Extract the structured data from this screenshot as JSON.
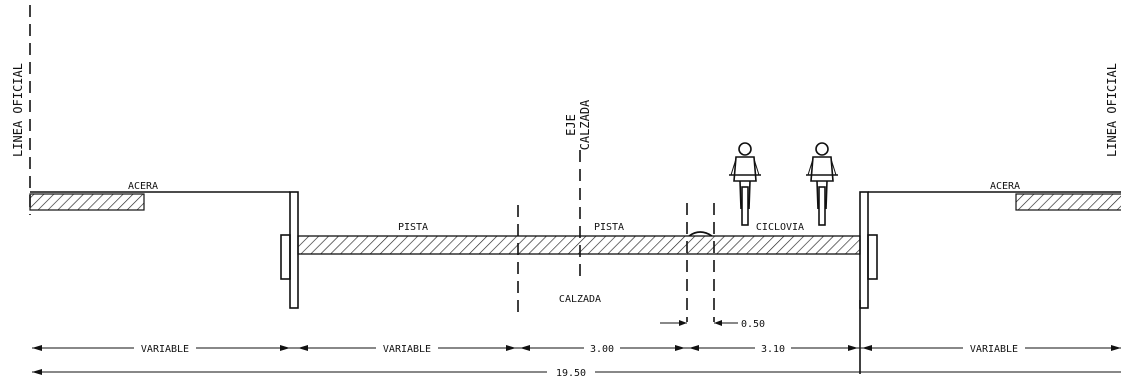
{
  "labels": {
    "linea_oficial_left": "LINEA OFICIAL",
    "linea_oficial_right": "LINEA OFICIAL",
    "eje_line1": "EJE",
    "eje_line2": "CALZADA",
    "acera_left": "ACERA",
    "acera_right": "ACERA",
    "pista_left": "PISTA",
    "pista_center": "PISTA",
    "ciclovia": "CICLOVIA",
    "calzada": "CALZADA",
    "offset_050": "0.50"
  },
  "dimensions": {
    "seg1": "VARIABLE",
    "seg2": "VARIABLE",
    "seg3": "3.00",
    "seg4": "3.10",
    "seg5": "VARIABLE",
    "total": "19.50"
  },
  "colors": {
    "line": "#111111",
    "background": "#ffffff"
  },
  "icons": [
    "cyclist-icon",
    "cyclist-icon"
  ]
}
